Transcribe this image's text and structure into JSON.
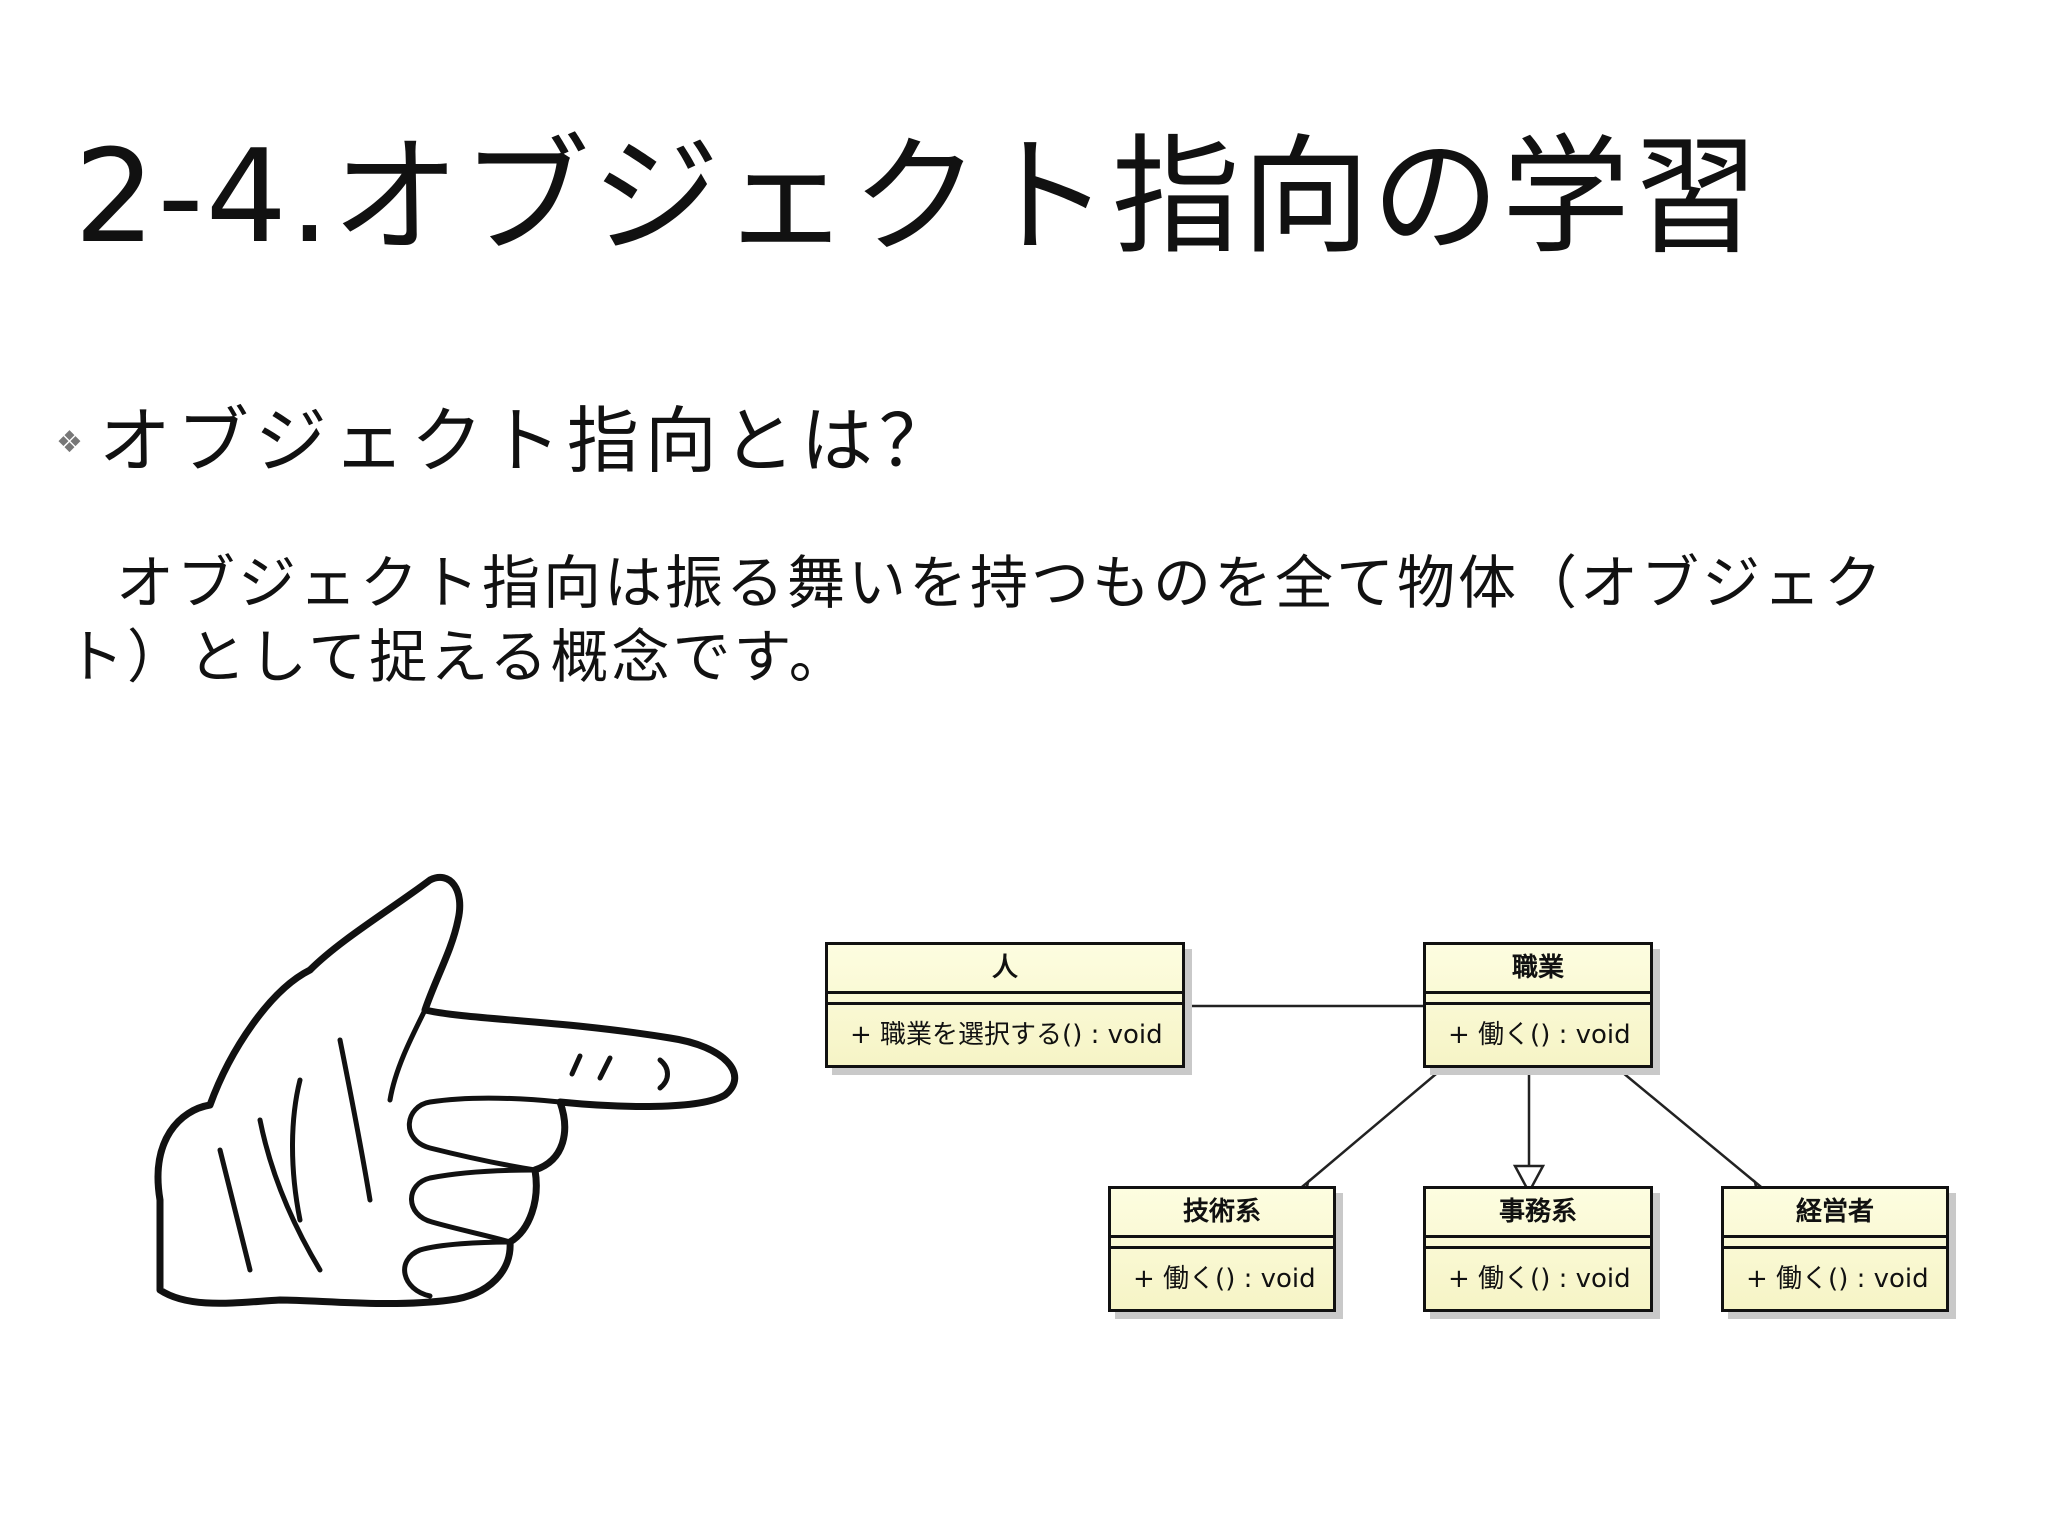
{
  "slide": {
    "title": "2-4.オブジェクト指向の学習",
    "bullet_icon": "diamond-bullet-icon",
    "bullet_heading": "オブジェクト指向とは？",
    "body": "オブジェクト指向は振る舞いを持つものを全て物体（オブジェクト）として捉える概念です。"
  },
  "illustration": {
    "icon": "pointing-hand-icon"
  },
  "uml": {
    "person": {
      "name": "人",
      "op": "+ 職業を選択する() : void"
    },
    "job": {
      "name": "職業",
      "op": "+ 働く() : void"
    },
    "engineer": {
      "name": "技術系",
      "op": "+ 働く() : void"
    },
    "clerical": {
      "name": "事務系",
      "op": "+ 働く() : void"
    },
    "manager": {
      "name": "経営者",
      "op": "+ 働く() : void"
    }
  }
}
